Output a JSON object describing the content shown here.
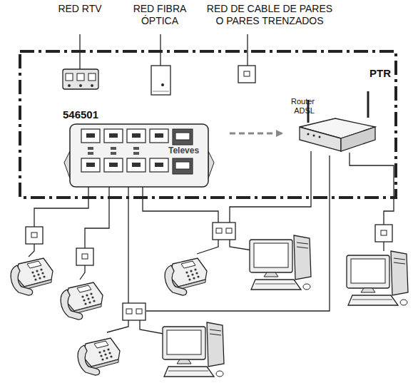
{
  "diagram": {
    "nodes": [
      {
        "text": [
          "PTR"
        ]
      },
      {
        "text": [
          "546501",
          "Televes"
        ],
        "in": 0
      },
      {
        "text": [
          "Router ADSL"
        ],
        "in": 0
      }
    ],
    "edges": [
      {
        "from": 1,
        "to": 2,
        "arrow": "to"
      }
    ],
    "labels": [
      "RED RTV",
      "RED FIBRA ÓPTICA",
      "RED DE CABLE DE PARES O PARES TRENZADOS"
    ]
  }
}
